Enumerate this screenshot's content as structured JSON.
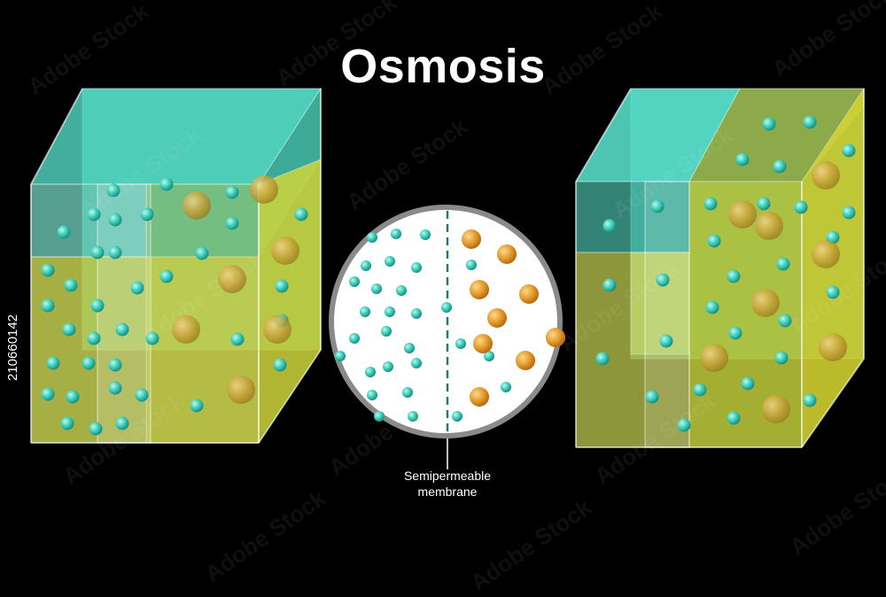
{
  "title": "Osmosis",
  "membrane_label_line1": "Semipermeable",
  "membrane_label_line2": "membrane",
  "stock_id": "210660142",
  "watermark": "Adobe Stock",
  "colors": {
    "background": "#000000",
    "water": "#5ee8cf",
    "solution": "#d8dc52",
    "water_molecule": "#2fc9b4",
    "solute_molecule": "#f0a020",
    "membrane": "#1f7a72"
  }
}
